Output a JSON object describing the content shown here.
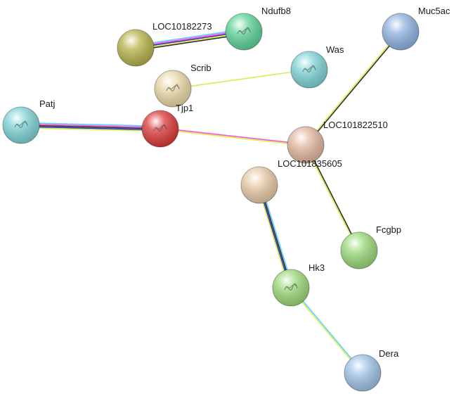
{
  "network": {
    "nodes": [
      {
        "id": "ndufb8",
        "label": "Ndufb8",
        "color": "#5fd39a",
        "icon": "protein-structure"
      },
      {
        "id": "loc1018227",
        "label": "LOC10182273",
        "color": "#b7b34a",
        "icon": "none"
      },
      {
        "id": "muc5ac",
        "label": "Muc5ac",
        "color": "#8fb3e0",
        "icon": "none"
      },
      {
        "id": "was",
        "label": "Was",
        "color": "#7fd3d6",
        "icon": "protein-structure"
      },
      {
        "id": "scrib",
        "label": "Scrib",
        "color": "#e9d8a6",
        "icon": "protein-structure"
      },
      {
        "id": "patj",
        "label": "Patj",
        "color": "#7fd3d6",
        "icon": "protein-structure"
      },
      {
        "id": "tjp1",
        "label": "Tjp1",
        "color": "#dc3a3a",
        "icon": "protein-structure"
      },
      {
        "id": "loc101822510",
        "label": "LOC101822510",
        "color": "#e2b7a1",
        "icon": "none"
      },
      {
        "id": "loc101835605",
        "label": "LOC101835605",
        "color": "#e7c9a6",
        "icon": "none"
      },
      {
        "id": "fcgbp",
        "label": "Fcgbp",
        "color": "#9bd97a",
        "icon": "none"
      },
      {
        "id": "hk3",
        "label": "Hk3",
        "color": "#9bd97a",
        "icon": "protein-structure"
      },
      {
        "id": "dera",
        "label": "Dera",
        "color": "#9fc3e6",
        "icon": "none"
      }
    ],
    "edges": [
      {
        "from": "loc1018227",
        "to": "ndufb8",
        "colors": [
          "#5bd3ff",
          "#ff4fd8",
          "#2f2fb0",
          "#e0e64a",
          "#303030"
        ]
      },
      {
        "from": "scrib",
        "to": "was",
        "colors": [
          "#d7ee4a"
        ]
      },
      {
        "from": "patj",
        "to": "tjp1",
        "colors": [
          "#5bd3ff",
          "#ff4fd8",
          "#303030",
          "#2f2fb0",
          "#d7ee4a"
        ]
      },
      {
        "from": "tjp1",
        "to": "loc101822510",
        "colors": [
          "#ff4fd8",
          "#d7ee4a"
        ]
      },
      {
        "from": "loc101822510",
        "to": "muc5ac",
        "colors": [
          "#d7ee4a",
          "#303030"
        ]
      },
      {
        "from": "loc101822510",
        "to": "fcgbp",
        "colors": [
          "#303030",
          "#d7ee4a"
        ]
      },
      {
        "from": "loc101835605",
        "to": "hk3",
        "colors": [
          "#5bd3ff",
          "#303030",
          "#2f2fb0",
          "#d7ee4a"
        ]
      },
      {
        "from": "hk3",
        "to": "dera",
        "colors": [
          "#5bd3ff",
          "#d7ee4a"
        ]
      }
    ]
  }
}
